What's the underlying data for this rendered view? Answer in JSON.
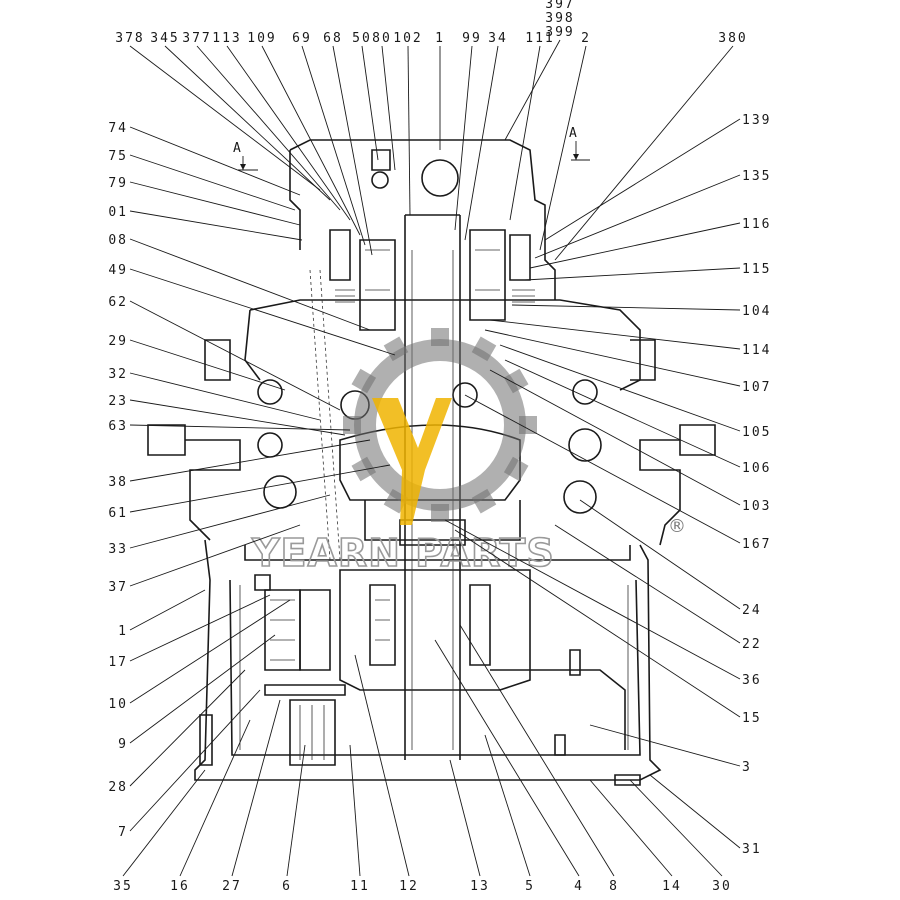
{
  "diagram": {
    "section_marks": [
      "A",
      "A"
    ],
    "watermark": {
      "text": "YEARN PARTS",
      "registered": "®",
      "accent": "#f0b400",
      "gear": "#6f6f6f"
    },
    "labels_top": [
      "378",
      "345",
      "377",
      "113",
      "109",
      "69",
      "68",
      "50",
      "80",
      "102",
      "1",
      "99",
      "34",
      "111",
      "2",
      "380"
    ],
    "labels_top_stack": [
      "397",
      "398",
      "399"
    ],
    "labels_left": [
      "74",
      "75",
      "79",
      "01",
      "08",
      "49",
      "62",
      "29",
      "32",
      "23",
      "63",
      "38",
      "61",
      "33",
      "37",
      "1",
      "17",
      "10",
      "9",
      "28",
      "7"
    ],
    "labels_right": [
      "139",
      "135",
      "116",
      "115",
      "104",
      "114",
      "107",
      "105",
      "106",
      "103",
      "167",
      "24",
      "22",
      "36",
      "15",
      "3",
      "31"
    ],
    "labels_bottom": [
      "35",
      "16",
      "27",
      "6",
      "11",
      "12",
      "13",
      "5",
      "4",
      "8",
      "14",
      "30"
    ]
  }
}
